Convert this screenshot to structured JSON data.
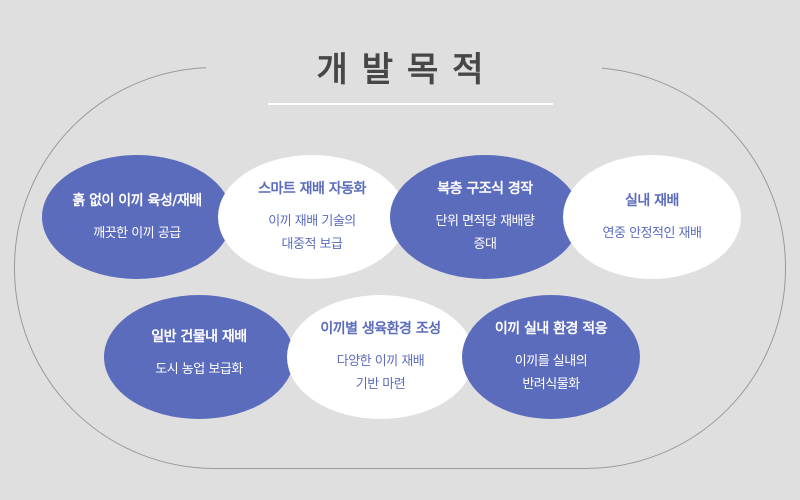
{
  "title": "개발목적",
  "colors": {
    "accent": "#5b6cbd",
    "background": "#dfdfdf"
  },
  "items": [
    {
      "heading": "흙 없이 이끼 육성/재배",
      "sub": "깨끗한 이끼 공급",
      "style": "blue"
    },
    {
      "heading": "스마트 재배 자동화",
      "sub": "이끼 재배 기술의\n대중적 보급",
      "style": "white"
    },
    {
      "heading": "복층 구조식 경작",
      "sub": "단위 면적당 재배량\n증대",
      "style": "blue"
    },
    {
      "heading": "실내 재배",
      "sub": "연중 안정적인 재배",
      "style": "white"
    },
    {
      "heading": "일반 건물내 재배",
      "sub": "도시 농업 보급화",
      "style": "blue"
    },
    {
      "heading": "이끼별 생육환경 조성",
      "sub": "다양한 이끼 재배\n기반 마련",
      "style": "white"
    },
    {
      "heading": "이끼 실내 환경 적응",
      "sub": "이끼를 실내의\n반려식물화",
      "style": "blue"
    }
  ]
}
